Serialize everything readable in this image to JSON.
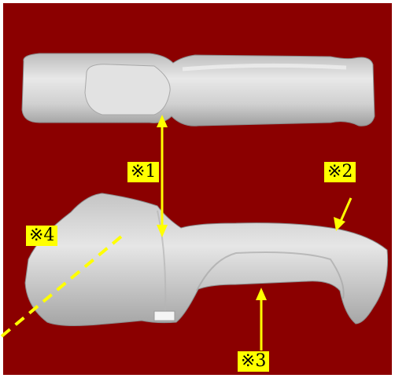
{
  "annotations": {
    "label_1": "※1",
    "label_2": "※2",
    "label_3": "※3",
    "label_4": "※4"
  },
  "colors": {
    "background": "#8b0000",
    "bone": "#d8d8d8",
    "annotation": "#ffff00"
  }
}
